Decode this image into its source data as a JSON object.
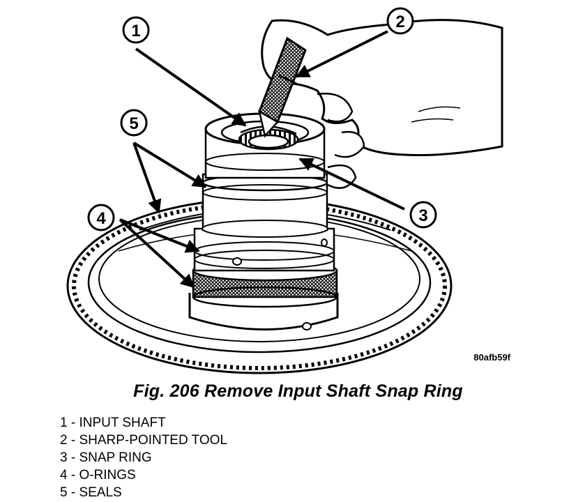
{
  "figure": {
    "id": "80afb59f",
    "caption": "Fig. 206 Remove Input Shaft Snap Ring"
  },
  "callouts": [
    "1",
    "2",
    "3",
    "4",
    "5"
  ],
  "legend": [
    "1 - INPUT SHAFT",
    "2 - SHARP-POINTED TOOL",
    "3 - SNAP RING",
    "4 - O-RINGS",
    "5 - SEALS"
  ]
}
